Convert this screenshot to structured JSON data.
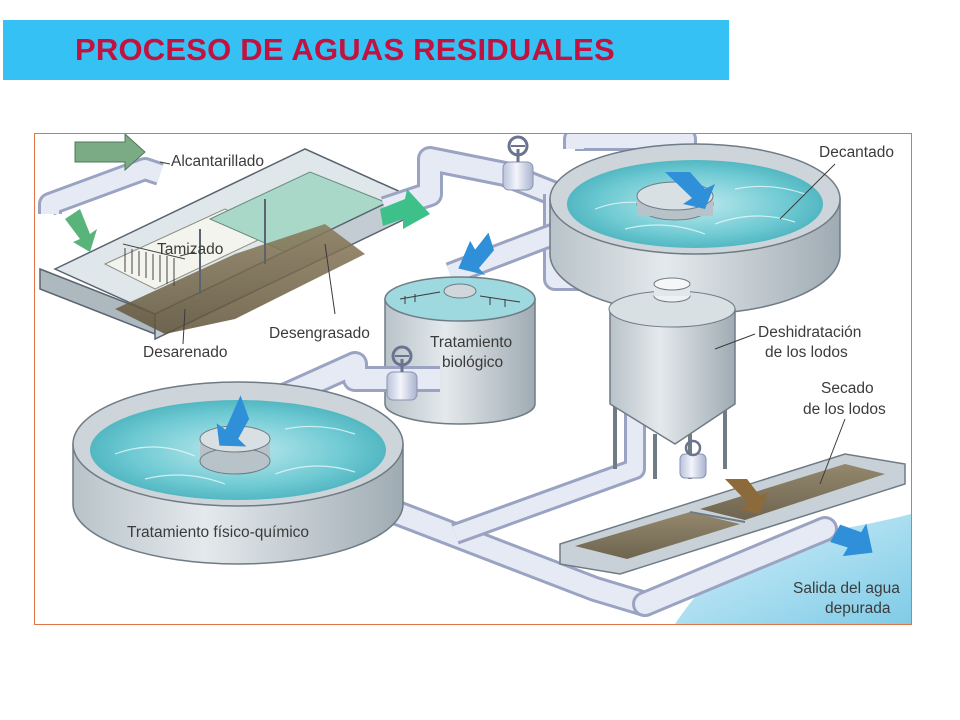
{
  "header": {
    "title": "PROCESO DE AGUAS RESIDUALES"
  },
  "colors": {
    "title_background": "#36c1f4",
    "title_text": "#c2123f",
    "frame_border": "#e2744a",
    "pipe": "#dfe4f2",
    "water": "#57c2c9",
    "sludge": "#7a6a4d",
    "arrow_green": "#58b47a",
    "arrow_blue": "#2f8fd8",
    "arrow_brown": "#8c6a3c"
  },
  "diagram": {
    "labels": {
      "alcantarillado": "Alcantarillado",
      "tamizado": "Tamizado",
      "desarenado": "Desarenado",
      "desengrasado": "Desengrasado",
      "tratamiento_biologico_1": "Tratamiento",
      "tratamiento_biologico_2": "biológico",
      "decantado": "Decantado",
      "deshidratacion_1": "Deshidratación",
      "deshidratacion_2": "de los lodos",
      "secado_1": "Secado",
      "secado_2": "de los lodos",
      "tratamiento_fisico_quimico": "Tratamiento físico-químico",
      "salida_1": "Salida del agua",
      "salida_2": "depurada"
    },
    "icons": {
      "inflow_arrow": "arrow-right-icon",
      "valve": "valve-icon",
      "flow_arrow": "flow-arrow-icon"
    }
  }
}
